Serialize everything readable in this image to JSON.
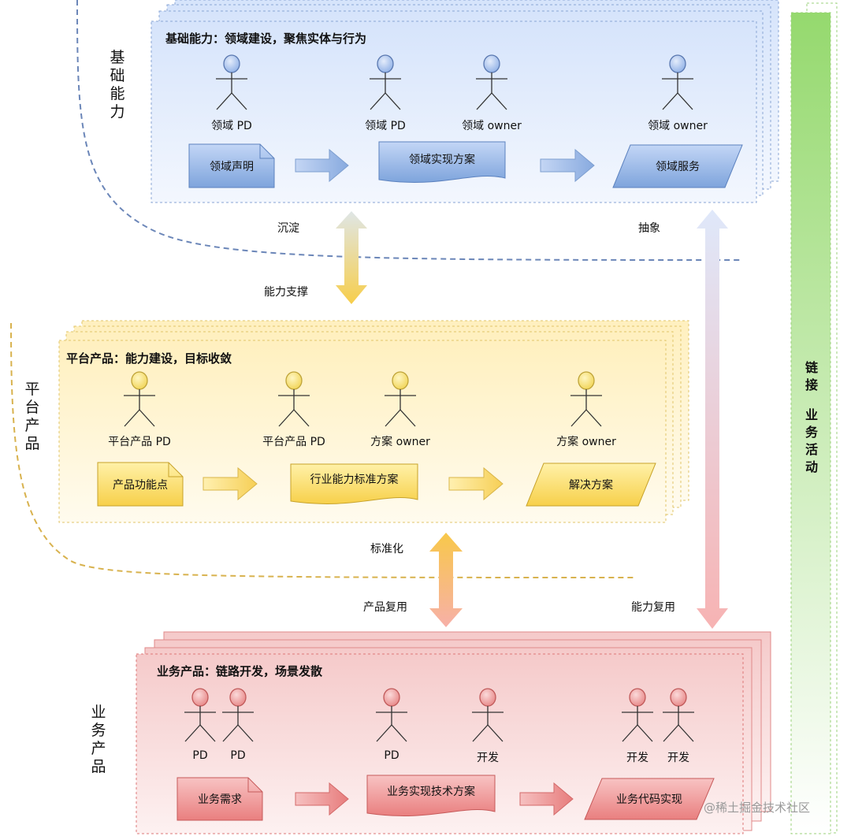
{
  "colors": {
    "blue_fill": "#dfeafc",
    "blue_border": "#7e9fd0",
    "blue_shape": "#7fa6dc",
    "blue_actor": "#a8c0ee",
    "yellow_fill": "#fff3cc",
    "yellow_border": "#e0c060",
    "yellow_shape": "#f8d65e",
    "yellow_actor": "#f6e07a",
    "red_fill": "#f8d7d7",
    "red_border": "#dd8080",
    "red_shape": "#ec8f8f",
    "red_actor": "#ee9a9a",
    "green_bar": "#a8df88"
  },
  "layers": {
    "foundation": {
      "side_label": "基础能力",
      "title": "基础能力：领域建设，聚焦实体与行为",
      "actors": [
        "领域 PD",
        "领域 PD",
        "领域 owner",
        "领域 owner"
      ],
      "steps": [
        "领域声明",
        "领域实现方案",
        "领域服务"
      ]
    },
    "platform": {
      "side_label": "平台产品",
      "title": "平台产品：能力建设，目标收敛",
      "actors": [
        "平台产品 PD",
        "平台产品 PD",
        "方案 owner",
        "方案 owner"
      ],
      "steps": [
        "产品功能点",
        "行业能力标准方案",
        "解决方案"
      ]
    },
    "business": {
      "side_label": "业务产品",
      "title": "业务产品：链路开发，场景发散",
      "actors": [
        "PD",
        "PD",
        "PD",
        "开发",
        "开发",
        "开发"
      ],
      "steps": [
        "业务需求",
        "业务实现技术方案",
        "业务代码实现"
      ]
    }
  },
  "flows": {
    "settle": "沉淀",
    "abstract": "抽象",
    "capability_support": "能力支撑",
    "standardize": "标准化",
    "product_reuse": "产品复用",
    "capability_reuse": "能力复用"
  },
  "right_bar": {
    "line1": "链接",
    "line2": "业务活动"
  },
  "watermark": "@稀土掘金技术社区"
}
